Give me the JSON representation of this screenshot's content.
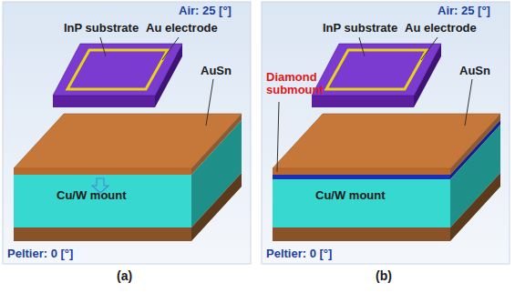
{
  "diagram": {
    "labels": [
      "InP substrate",
      "Au electrode",
      "AuSn",
      "Air: 25 [°]",
      "Cu/W mount",
      "Peltier: 0 [°]",
      "(a)",
      "InP substrate",
      "Au electrode",
      "Air: 25 [°]",
      "AuSn",
      "Diamond submount",
      "Cu/W mount",
      "Peltier: 0 [°]",
      "(b)"
    ]
  }
}
